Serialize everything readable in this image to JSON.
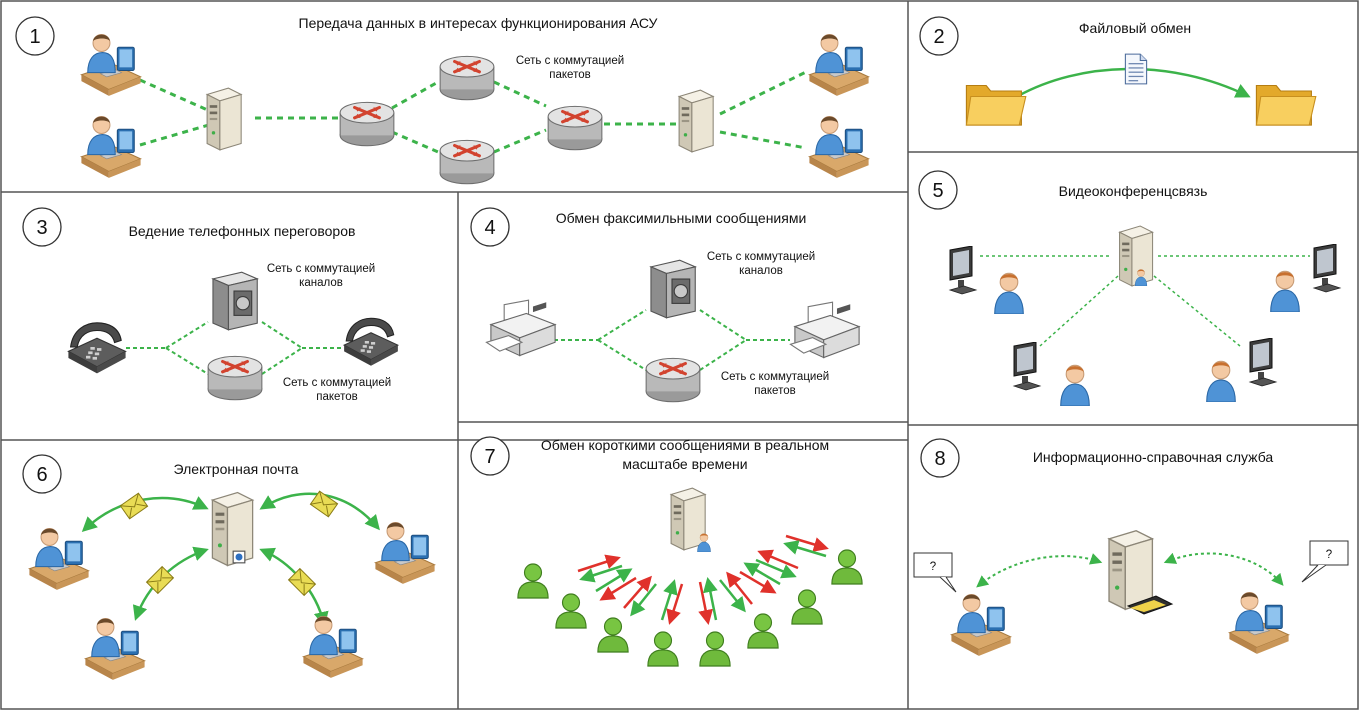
{
  "panels": [
    {
      "number": "1",
      "title": "Передача данных в интересах функционирования АСУ",
      "note": "Сеть с коммутацией пакетов"
    },
    {
      "number": "2",
      "title": "Файловый обмен"
    },
    {
      "number": "3",
      "title": "Ведение телефонных переговоров",
      "note_top": "Сеть с коммутацией каналов",
      "note_bottom": "Сеть с коммутацией пакетов"
    },
    {
      "number": "4",
      "title": "Обмен факсимильными сообщениями",
      "note_top": "Сеть с коммутацией каналов",
      "note_bottom": "Сеть с коммутацией пакетов"
    },
    {
      "number": "5",
      "title": "Видеоконференцсвязь"
    },
    {
      "number": "6",
      "title": "Электронная почта"
    },
    {
      "number": "7",
      "title": "Обмен короткими сообщениями в реальном масштабе времени"
    },
    {
      "number": "8",
      "title": "Информационно-справочная служба",
      "bubble": "?"
    }
  ],
  "colors": {
    "border": "#555555",
    "dashed_link": "#3cb34a",
    "arrow_green": "#3cb34a",
    "arrow_red": "#e0312b",
    "user_blue": "#4f93d6",
    "desk": "#d9a86a",
    "server": "#e9e3d2",
    "router": "#b9b9b9",
    "router_arrows": "#d2432f",
    "folder": "#f2c14e",
    "envelope": "#e4d44a",
    "im_user": "#6fba3c"
  }
}
